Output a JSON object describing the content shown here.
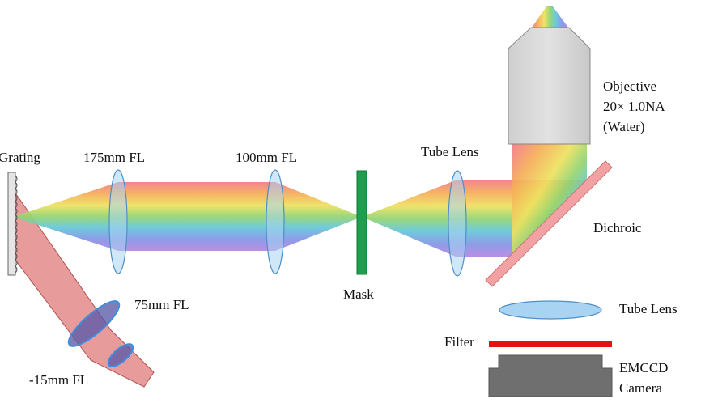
{
  "labels": {
    "grating": "Grating",
    "lens_175": "175mm FL",
    "lens_100": "100mm FL",
    "tube_lens_top": "Tube Lens",
    "objective_line1": "Objective",
    "objective_line2": "20× 1.0NA",
    "objective_line3": "(Water)",
    "dichroic": "Dichroic",
    "mask": "Mask",
    "lens_75": "75mm FL",
    "lens_neg15": "-15mm FL",
    "tube_lens_bottom": "Tube Lens",
    "filter": "Filter",
    "camera_line1": "EMCCD",
    "camera_line2": "Camera"
  },
  "colors": {
    "spectrum": [
      "#f26b7a",
      "#f5a84f",
      "#f0e55a",
      "#8ad46a",
      "#5ec6d8",
      "#7c8ce6",
      "#b07ce0"
    ],
    "excitation_beam": "#e58080",
    "lens_fill": "#a9d3f2",
    "lens_dark": "#5a5aa8",
    "mask": "#1e9e4e",
    "dichroic": "#f2a2a2",
    "filter": "#e41212",
    "camera": "#6f6f6f",
    "objective": "#d9d9d9"
  }
}
